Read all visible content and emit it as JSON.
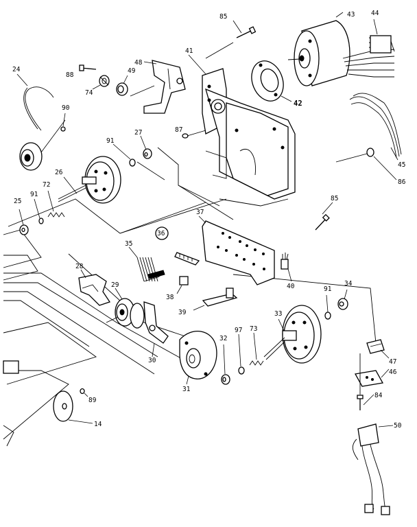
{
  "diagram": {
    "type": "exploded-parts-view",
    "line_color": "#000000",
    "background": "#ffffff",
    "callouts": [
      {
        "id": "c24",
        "label": "24"
      },
      {
        "id": "c88",
        "label": "88"
      },
      {
        "id": "c74",
        "label": "74"
      },
      {
        "id": "c49",
        "label": "49"
      },
      {
        "id": "c48",
        "label": "48"
      },
      {
        "id": "c41",
        "label": "41"
      },
      {
        "id": "c85a",
        "label": "85"
      },
      {
        "id": "c43",
        "label": "43"
      },
      {
        "id": "c44",
        "label": "44"
      },
      {
        "id": "c42",
        "label": "42"
      },
      {
        "id": "c90",
        "label": "90"
      },
      {
        "id": "c87",
        "label": "87"
      },
      {
        "id": "c27",
        "label": "27"
      },
      {
        "id": "c91a",
        "label": "91"
      },
      {
        "id": "c26",
        "label": "26"
      },
      {
        "id": "c45",
        "label": "45"
      },
      {
        "id": "c86",
        "label": "86"
      },
      {
        "id": "c25",
        "label": "25"
      },
      {
        "id": "c91b",
        "label": "91"
      },
      {
        "id": "c72",
        "label": "72"
      },
      {
        "id": "c85b",
        "label": "85"
      },
      {
        "id": "c37",
        "label": "37"
      },
      {
        "id": "c36",
        "label": "36"
      },
      {
        "id": "c35",
        "label": "35"
      },
      {
        "id": "c28",
        "label": "28"
      },
      {
        "id": "c29",
        "label": "29"
      },
      {
        "id": "c38",
        "label": "38"
      },
      {
        "id": "c39",
        "label": "39"
      },
      {
        "id": "c40",
        "label": "40"
      },
      {
        "id": "c91c",
        "label": "91"
      },
      {
        "id": "c34",
        "label": "34"
      },
      {
        "id": "c30",
        "label": "30"
      },
      {
        "id": "c32",
        "label": "32"
      },
      {
        "id": "c97",
        "label": "97"
      },
      {
        "id": "c73",
        "label": "73"
      },
      {
        "id": "c33",
        "label": "33"
      },
      {
        "id": "c47",
        "label": "47"
      },
      {
        "id": "c46",
        "label": "46"
      },
      {
        "id": "c31",
        "label": "31"
      },
      {
        "id": "c84",
        "label": "84"
      },
      {
        "id": "c89",
        "label": "89"
      },
      {
        "id": "c50",
        "label": "50"
      },
      {
        "id": "c14",
        "label": "14"
      }
    ]
  }
}
